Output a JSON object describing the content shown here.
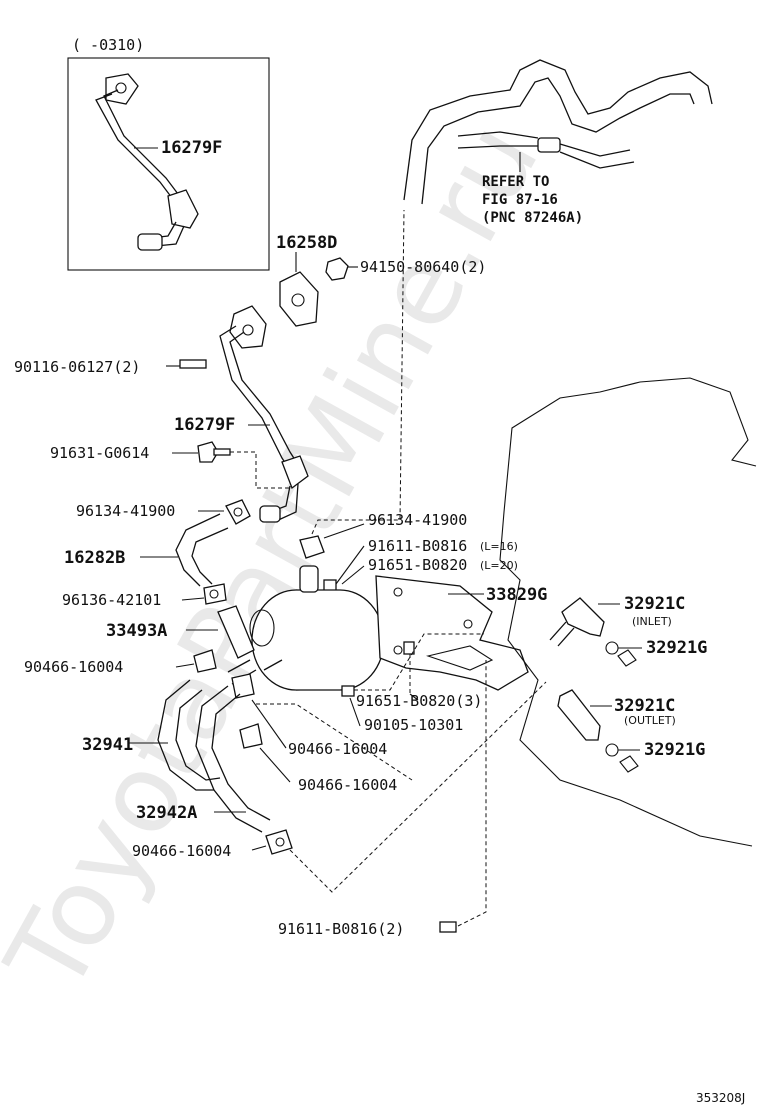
{
  "watermark": "ToyotaPartMine.ru",
  "inset_caption": "(     -0310)",
  "refer_note": [
    "REFER TO",
    "FIG 87-16",
    "(PNC 87246A)"
  ],
  "figure_code": "353208J",
  "labels": {
    "p16279F_inset": "16279F",
    "p16258D": "16258D",
    "p94150": "94150-80640(2)",
    "p90116": "90116-06127(2)",
    "p16279F": "16279F",
    "p91631": "91631-G0614",
    "p96134_a": "96134-41900",
    "p96134_b": "96134-41900",
    "p16282B": "16282B",
    "p91611_a": "91611-B0816",
    "p91611_a_note": "(L=16)",
    "p91651_a": "91651-B0820",
    "p91651_a_note": "(L=20)",
    "p96136": "96136-42101",
    "p33829G": "33829G",
    "p32921C_in": "32921C",
    "p32921C_in_note": "(INLET)",
    "p33493A": "33493A",
    "p32921G_a": "32921G",
    "p90466_a": "90466-16004",
    "p91651_b": "91651-B0820(3)",
    "p32921C_out": "32921C",
    "p32921C_out_note": "(OUTLET)",
    "p90105": "90105-10301",
    "p32941": "32941",
    "p90466_b": "90466-16004",
    "p32921G_b": "32921G",
    "p90466_c": "90466-16004",
    "p32942A": "32942A",
    "p90466_d": "90466-16004",
    "p91611_b": "91611-B0816(2)"
  }
}
